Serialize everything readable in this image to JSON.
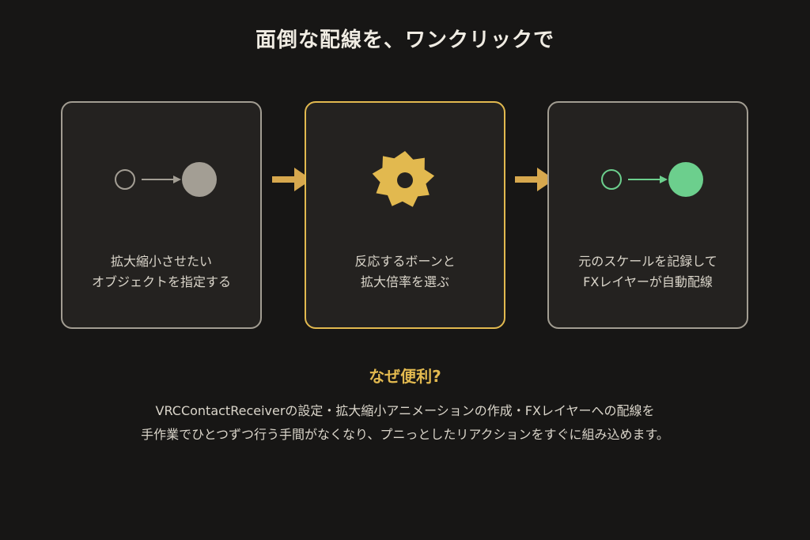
{
  "header": {
    "title": "面倒な配線を、ワンクリックで"
  },
  "steps": [
    {
      "lines": [
        "拡大縮小させたい",
        "オブジェクトを指定する"
      ],
      "icon": "circle-arrow-icon",
      "color": "#a39e94"
    },
    {
      "lines": [
        "反応するボーンと",
        "拡大倍率を選ぶ"
      ],
      "icon": "gear-icon",
      "color": "#e2b94f"
    },
    {
      "lines": [
        "元のスケールを記録して",
        "FXレイヤーが自動配線"
      ],
      "icon": "circle-arrow-icon",
      "color": "#6ccf8d"
    }
  ],
  "why": {
    "heading": "なぜ便利?",
    "lines": [
      "VRCContactReceiverの設定・拡大縮小アニメーションの作成・FXレイヤーへの配線を",
      "手作業でひとつずつ行う手間がなくなり、プニっとしたリアクションをすぐに組み込めます。"
    ]
  },
  "colors": {
    "background": "#171615",
    "card": "#242220",
    "accent": "#e2b94f",
    "green": "#6ccf8d",
    "gray": "#a39e94"
  }
}
